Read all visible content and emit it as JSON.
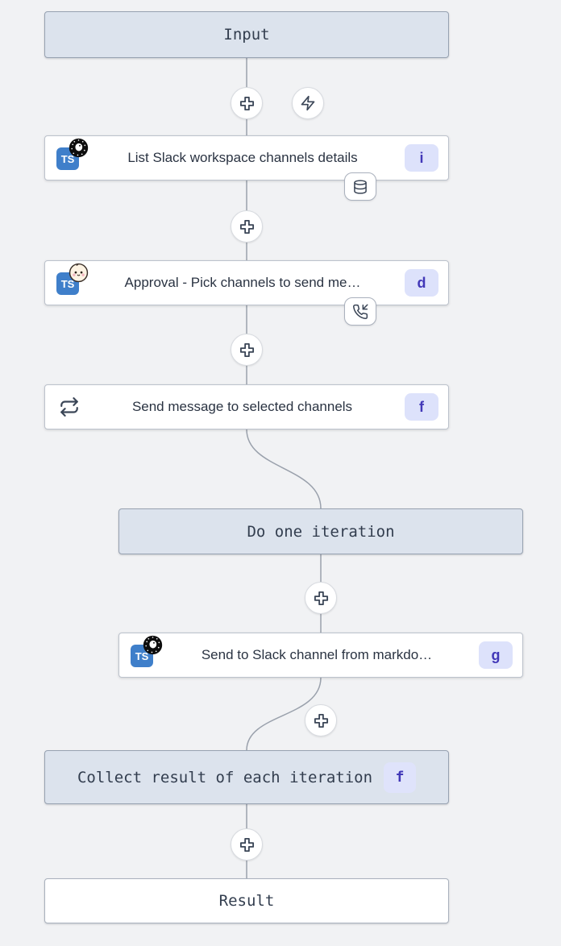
{
  "app": "flow-editor",
  "colors": {
    "canvas_bg": "#f1f2f4",
    "virtual_box_fill": "#dce3ed",
    "virtual_box_border": "#97a2b1",
    "node_bg": "#ffffff",
    "node_border": "#bcc2cc",
    "edge_line": "#9aa1ac",
    "id_badge_bg": "#dde2fb",
    "id_badge_text": "#4238b8",
    "ts_square_bg": "#3f7fca",
    "icon_slate": "#3b4657"
  },
  "icons": {
    "insert_step": "plus-icon",
    "trigger": "zap-icon",
    "language": "ts-icon",
    "runtime_node1": "deno-icon",
    "runtime_node2": "bun-icon",
    "runtime_node4": "deno-icon",
    "forloop": "repeat-icon",
    "node1_corner": "database-icon",
    "node2_corner": "phone-incoming-icon"
  },
  "misc": {
    "ts_label": "TS"
  },
  "nodes": {
    "input": {
      "label": "Input"
    },
    "list_channels": {
      "title": "List Slack workspace channels details",
      "badge": "i"
    },
    "approval": {
      "title": "Approval - Pick channels to send me…",
      "badge": "d"
    },
    "loop": {
      "title": "Send message to selected channels",
      "badge": "f"
    },
    "do_iteration": {
      "label": "Do one iteration"
    },
    "send_markdown": {
      "title": "Send to Slack channel from markdo…",
      "badge": "g"
    },
    "collect": {
      "label": "Collect result of each iteration",
      "badge": "f"
    },
    "result": {
      "label": "Result"
    }
  }
}
